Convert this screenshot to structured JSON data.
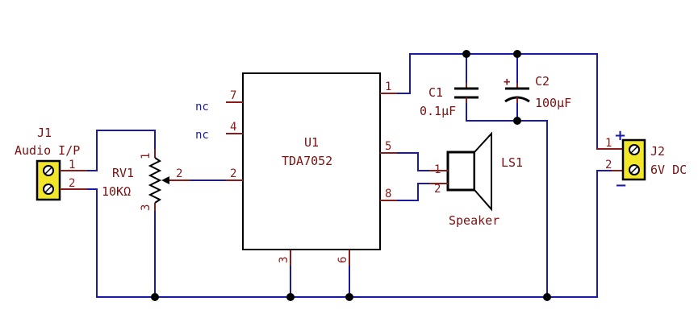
{
  "j1": {
    "ref": "J1",
    "value": "Audio I/P",
    "pins": [
      "1",
      "2"
    ]
  },
  "rv1": {
    "ref": "RV1",
    "value": "10KΩ",
    "pins": [
      "1",
      "2",
      "3"
    ]
  },
  "u1": {
    "ref": "U1",
    "value": "TDA7052",
    "pins": [
      "7",
      "4",
      "2",
      "1",
      "5",
      "8",
      "3",
      "6"
    ],
    "nc_label": "nc"
  },
  "c1": {
    "ref": "C1",
    "value": "0.1μF"
  },
  "c2": {
    "ref": "C2",
    "value": "100μF",
    "polarity": "+"
  },
  "ls1": {
    "ref": "LS1",
    "value": "Speaker",
    "pins": [
      "1",
      "2"
    ]
  },
  "j2": {
    "ref": "J2",
    "value": "6V DC",
    "pins": [
      "1",
      "2"
    ],
    "plus": "+",
    "minus": "−"
  }
}
